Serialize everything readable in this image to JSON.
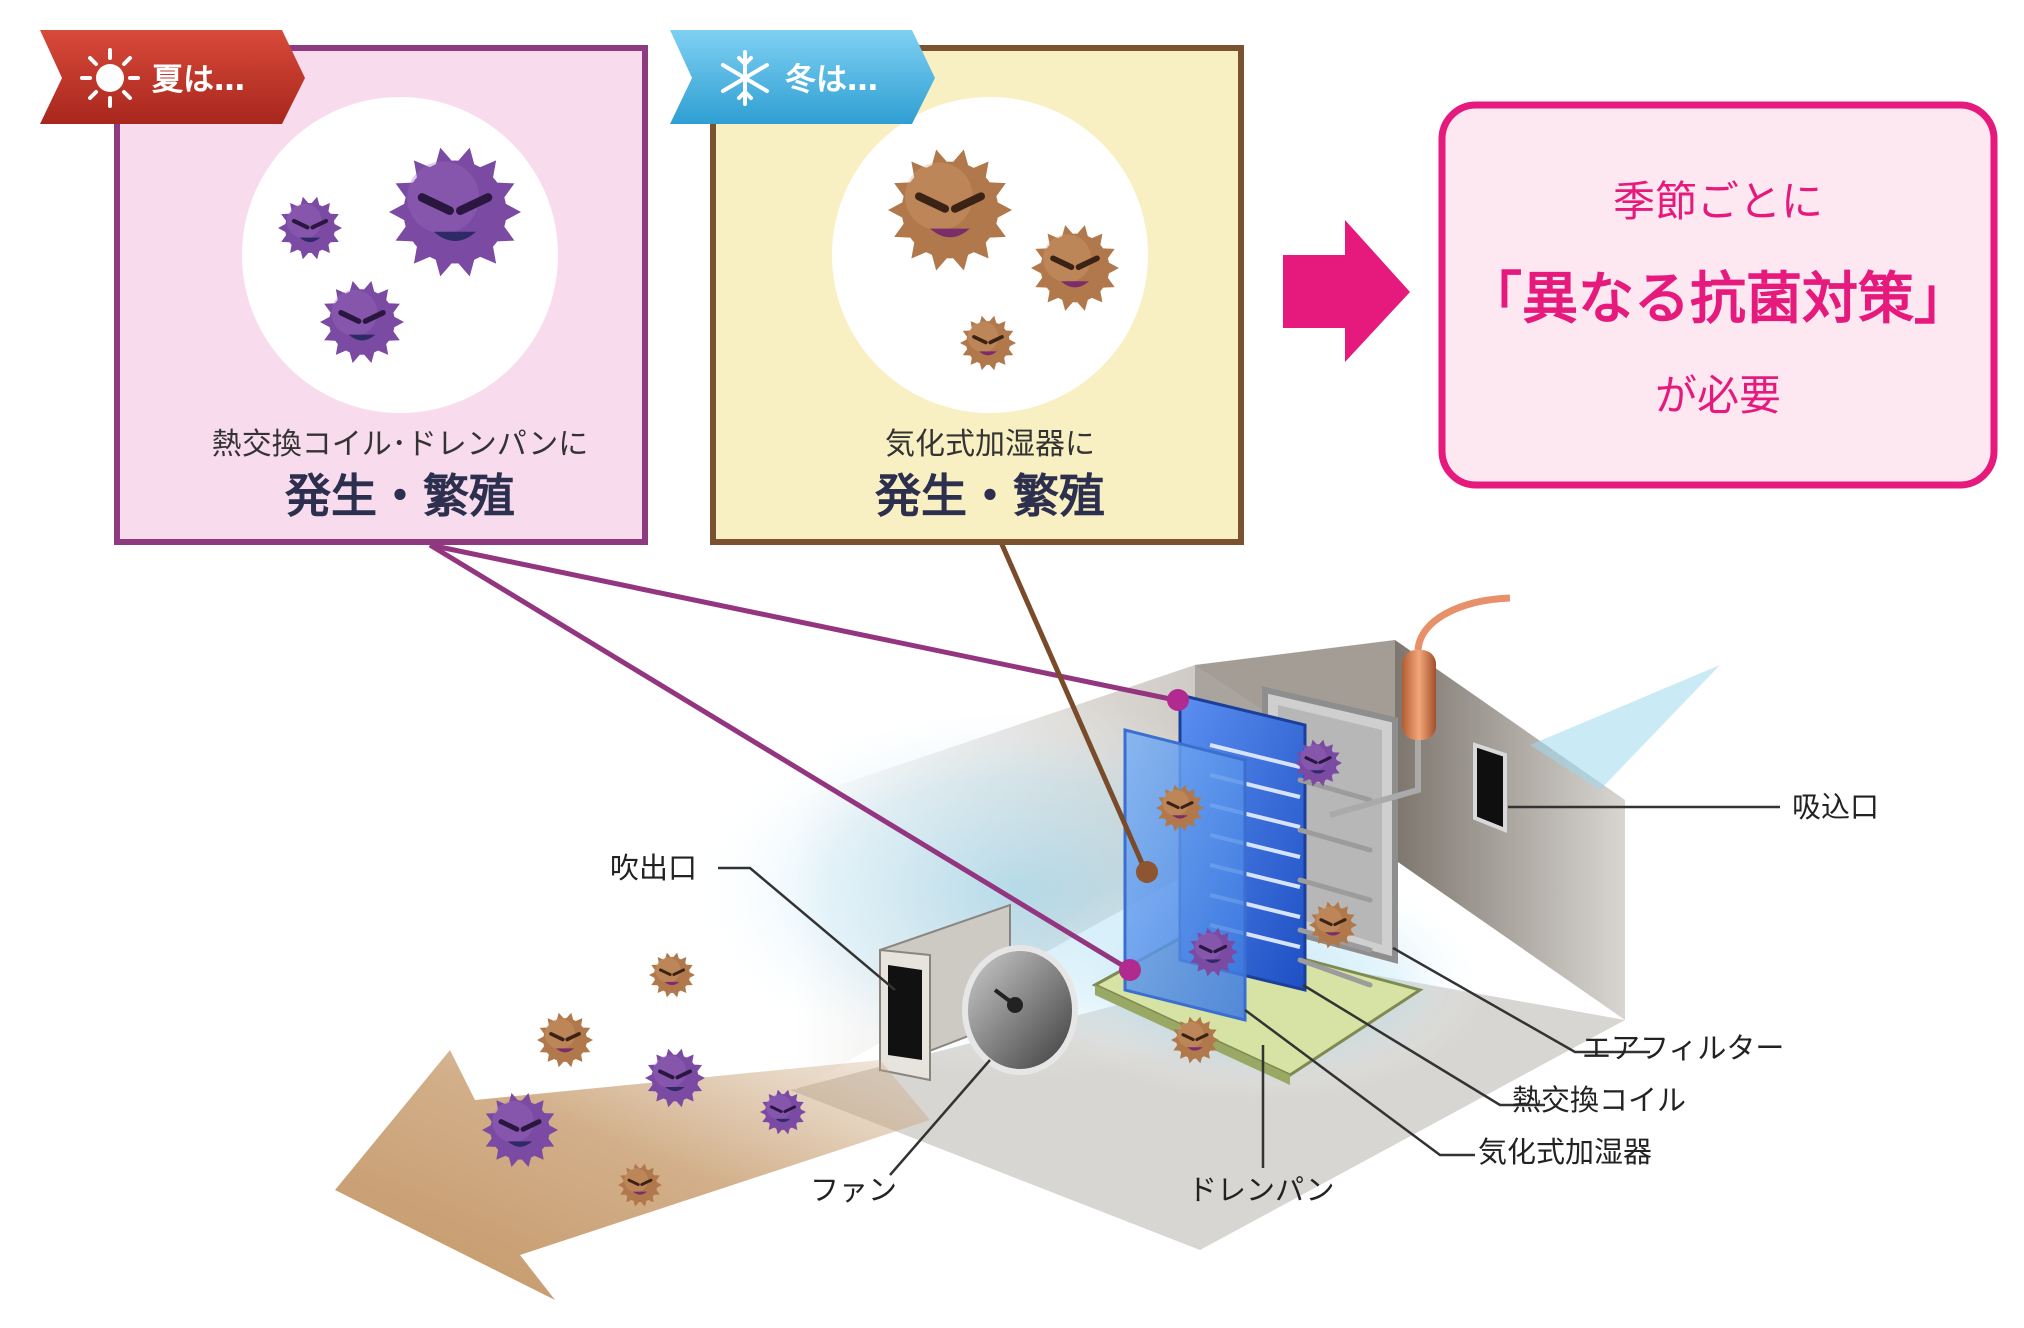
{
  "summer": {
    "tag": "夏は…",
    "caption": "熱交換コイル･ドレンパンに",
    "emphasis": "発生・繁殖",
    "accent": "#8e3a7f",
    "fill": "#f8dcee"
  },
  "winter": {
    "tag": "冬は…",
    "caption": "気化式加湿器に",
    "emphasis": "発生・繁殖",
    "accent": "#7a5230",
    "fill": "#f8f0c2"
  },
  "result": {
    "line1": "季節ごとに",
    "line2": "「異なる抗菌対策」",
    "line3": "が必要",
    "accent": "#e6197d"
  },
  "labels": {
    "intake": "吸込口",
    "outlet": "吹出口",
    "air_filter": "エアフィルター",
    "heat_exchanger": "熱交換コイル",
    "humidifier": "気化式加湿器",
    "drain_pan": "ドレンパン",
    "fan": "ファン"
  },
  "icons": {
    "summer": "sun-icon",
    "winter": "snowflake-icon",
    "arrow": "right-arrow-icon",
    "summer_germ": "purple-germ-icon",
    "winter_germ": "brown-germ-icon"
  }
}
